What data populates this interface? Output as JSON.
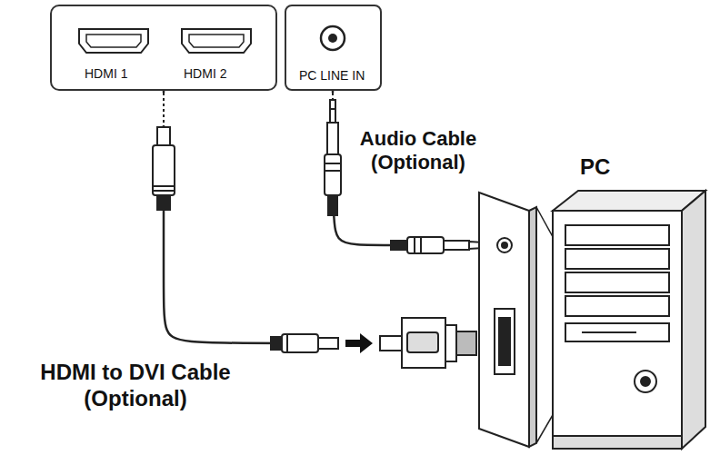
{
  "diagram": {
    "nodes": [
      {
        "text": [
          "HDMI 1",
          "HDMI 2"
        ]
      },
      {
        "text": [
          "PC LINE IN"
        ]
      },
      {
        "text": [
          "PC"
        ]
      }
    ],
    "edges": [
      {
        "from": 0,
        "to": 2,
        "arrow": "none"
      },
      {
        "from": 1,
        "to": 2,
        "arrow": "none"
      }
    ],
    "labels": [
      "Audio Cable (Optional)",
      "HDMI to DVI Cable (Optional)"
    ]
  }
}
